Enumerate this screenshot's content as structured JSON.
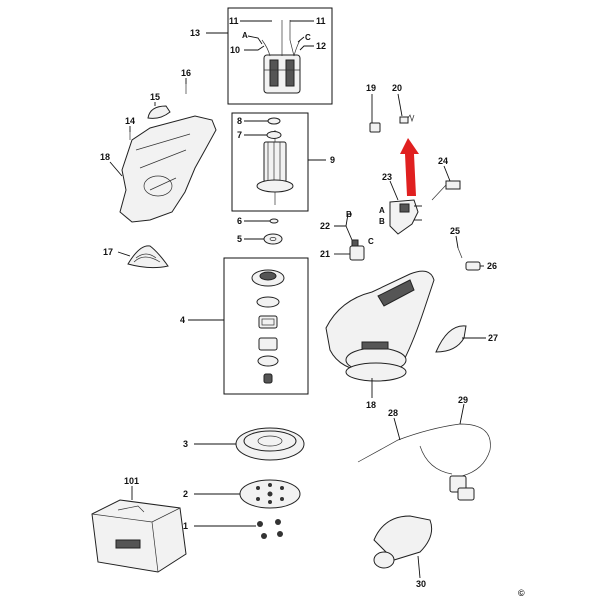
{
  "callouts": {
    "c1": "1",
    "c2": "2",
    "c3": "3",
    "c4": "4",
    "c5": "5",
    "c6": "6",
    "c7": "7",
    "c8": "8",
    "c9": "9",
    "c10": "10",
    "c11a": "11",
    "c11b": "11",
    "c12": "12",
    "c13": "13",
    "c14": "14",
    "c15": "15",
    "c16": "16",
    "c17": "17",
    "c18a": "18",
    "c18b": "18",
    "c19": "19",
    "c20": "20",
    "c21": "21",
    "c22": "22",
    "c23": "23",
    "c24": "24",
    "c25": "25",
    "c26": "26",
    "c27": "27",
    "c28": "28",
    "c29": "29",
    "c30": "30",
    "c101": "101"
  },
  "wire_markers": {
    "a_top": "A",
    "c_top": "C",
    "b_22": "B",
    "c_21": "C",
    "a_23": "A",
    "b_23": "B"
  },
  "copyright": "©",
  "colors": {
    "arrow": "#e02020",
    "line": "#111111"
  }
}
